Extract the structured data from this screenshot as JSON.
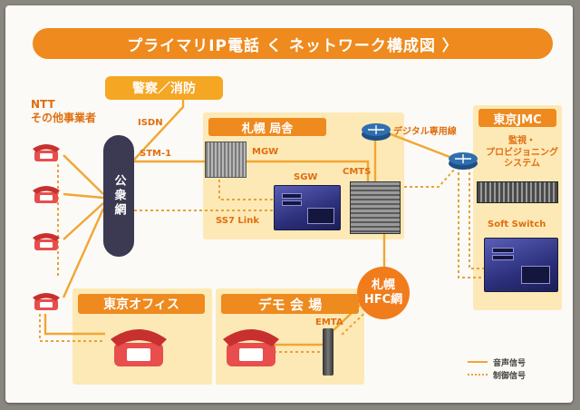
{
  "title": "プライマリIP電話 く ネットワーク構成図 〉",
  "colors": {
    "orange": "#ee8a1e",
    "panel": "#fde9b6",
    "wire": "#f2a634",
    "router": "#2f6fb0"
  },
  "nodes": {
    "ntt": "NTT\nその他事業者",
    "police_fire": "警察／消防",
    "pstn": "公衆網",
    "sapporo_office": "札幌 局舎",
    "tokyo_jmc": "東京JMC",
    "mgw": "MGW",
    "sgw": "SGW",
    "cmts": "CMTS",
    "digital_line": "デジタル専用線",
    "monitoring": "監視・\nプロビジョニング\nシステム",
    "soft_switch": "Soft Switch",
    "tokyo_office": "東京オフィス",
    "demo_venue": "デモ 会 場",
    "hfc": "札幌\nHFC網",
    "emta": "EMTA"
  },
  "links": {
    "isdn": "ISDN",
    "stm1": "STM-1",
    "ss7": "SS7 Link"
  },
  "legend": {
    "voice": "音声信号",
    "control": "制御信号"
  }
}
